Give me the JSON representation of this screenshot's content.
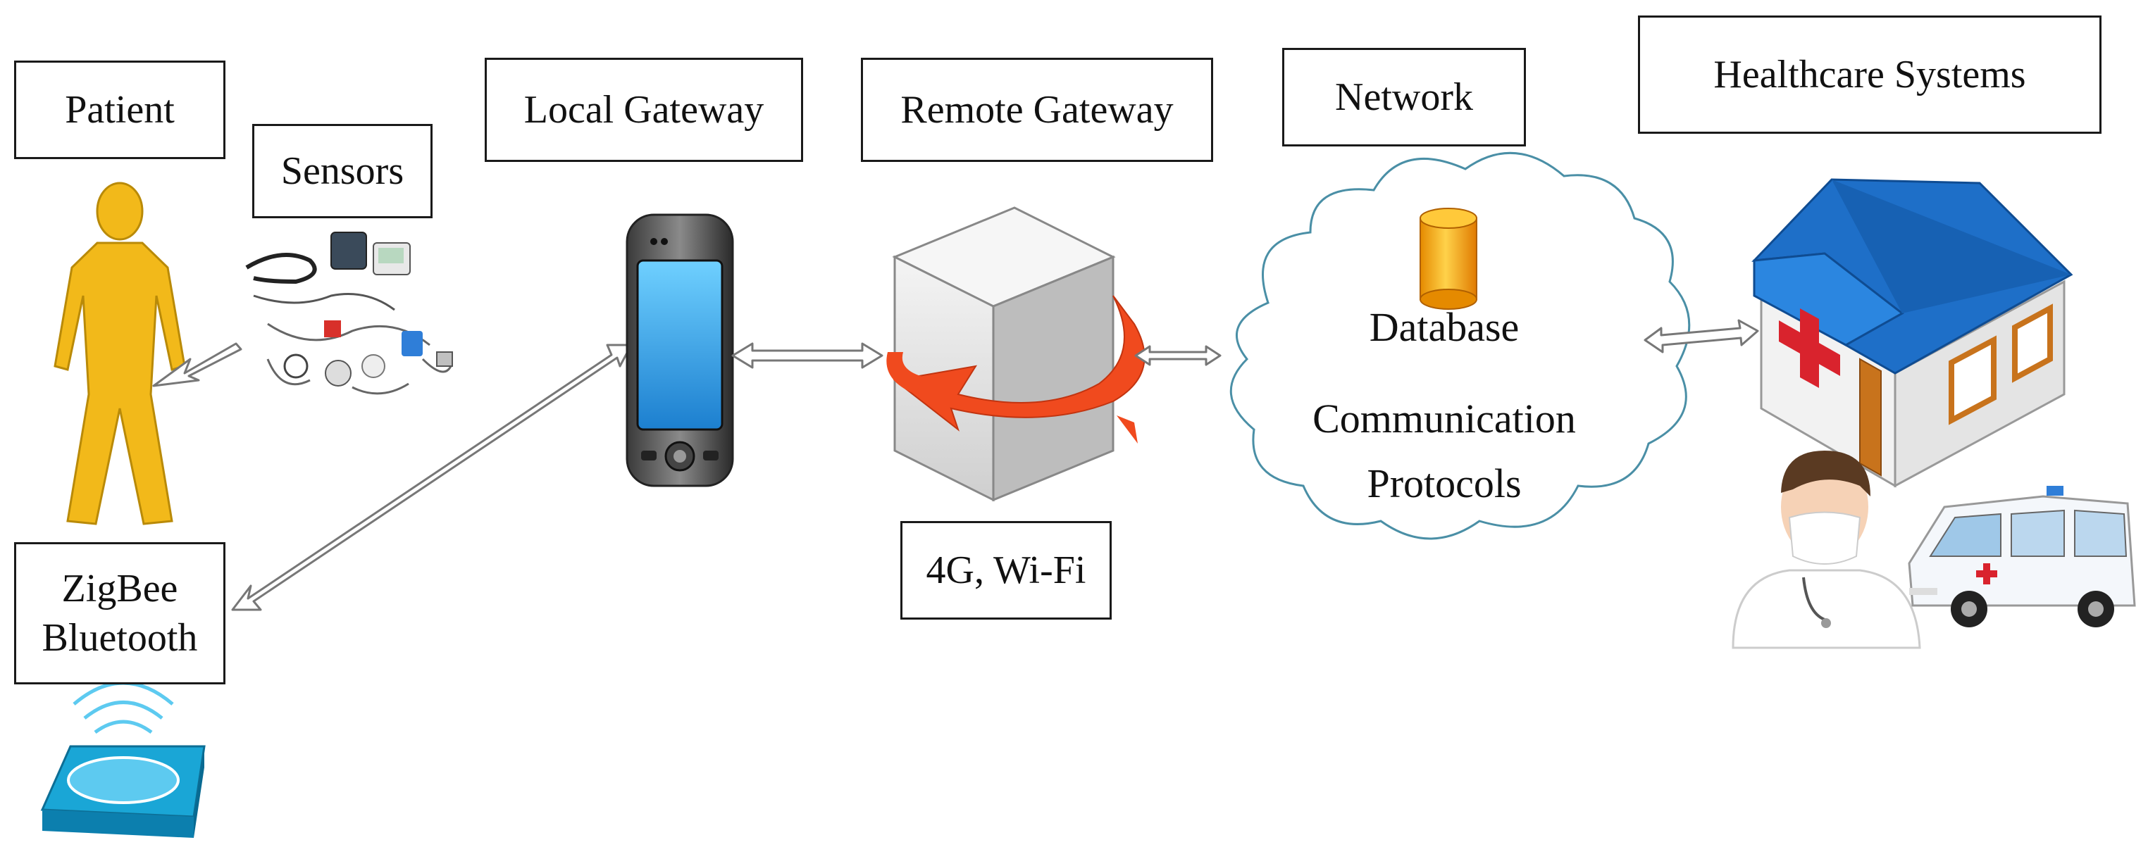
{
  "labels": {
    "patient": "Patient",
    "sensors": "Sensors",
    "local_gateway": "Local Gateway",
    "remote_gateway": "Remote Gateway",
    "network": "Network",
    "healthcare_systems": "Healthcare Systems",
    "zigbee": "ZigBee",
    "bluetooth": "Bluetooth",
    "wireless": "4G, Wi-Fi",
    "database": "Database",
    "communication": "Communication",
    "protocols": "Protocols"
  },
  "colors": {
    "patient_fill": "#F2B91A",
    "roof_blue": "#1E6FC8",
    "cross_red": "#D9232D",
    "swirl_red": "#F04A1E",
    "db_orange": "#F4A20F",
    "pad_cyan": "#1AA6D6",
    "phone_screen": "#2EA3E6"
  }
}
